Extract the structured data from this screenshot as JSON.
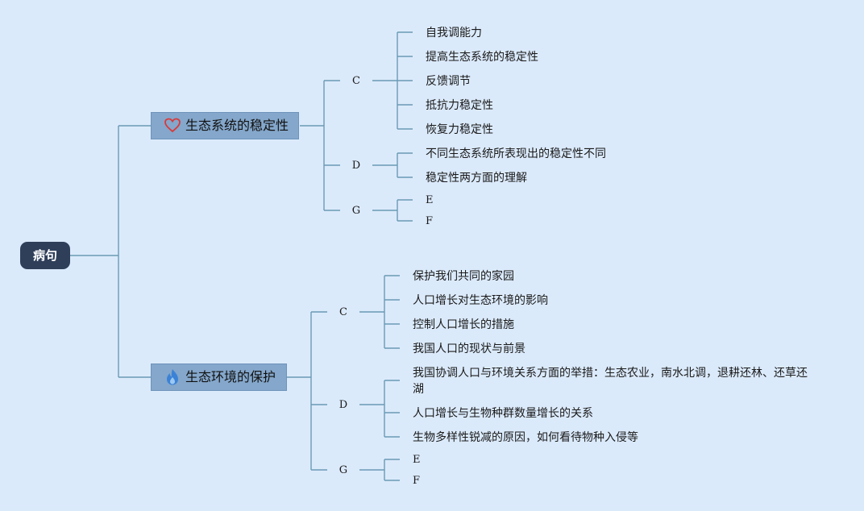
{
  "root": {
    "label": "病句"
  },
  "branches": [
    {
      "label": "生态系统的稳定性",
      "icon": "heart-icon",
      "groups": [
        {
          "label": "C",
          "items": [
            "自我调能力",
            "提高生态系统的稳定性",
            "反馈调节",
            "抵抗力稳定性",
            "恢复力稳定性"
          ]
        },
        {
          "label": "D",
          "items": [
            "不同生态系统所表现出的稳定性不同",
            "稳定性两方面的理解"
          ]
        },
        {
          "label": "G",
          "items": [
            "E",
            "F"
          ]
        }
      ]
    },
    {
      "label": "生态环境的保护",
      "icon": "flame-icon",
      "groups": [
        {
          "label": "C",
          "items": [
            "保护我们共同的家园",
            "人口增长对生态环境的影响",
            "控制人口增长的措施",
            "我国人口的现状与前景"
          ]
        },
        {
          "label": "D",
          "items": [
            "我国协调人口与环境关系方面的举措：生态农业，南水北调，退耕还林、还草还湖",
            "人口增长与生物种群数量增长的关系",
            "生物多样性锐减的原因，如何看待物种入侵等"
          ]
        },
        {
          "label": "G",
          "items": [
            "E",
            "F"
          ]
        }
      ]
    }
  ],
  "colors": {
    "line": "#6a9ab5",
    "root_bg": "#2f3f5a",
    "branch_bg": "#84a7cb",
    "heart": "#d93a3a",
    "flame": "#3b82d6"
  }
}
